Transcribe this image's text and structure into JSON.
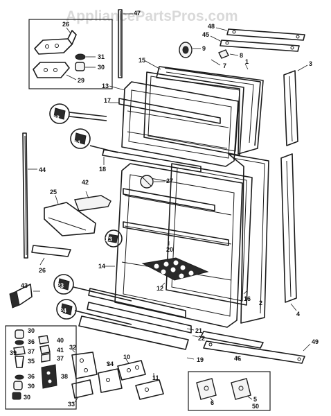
{
  "watermark": "AppliancePartsPros.com",
  "callouts": {
    "c1": "1",
    "c2": "2",
    "c3": "3",
    "c4": "4",
    "c5": "5",
    "c6": "6",
    "c7": "7",
    "c8": "8",
    "c9": "9",
    "c10": "10",
    "c11": "11",
    "c12": "12",
    "c13": "13",
    "c14": "14",
    "c15": "15",
    "c16": "16",
    "c17": "17",
    "c18": "18",
    "c19": "19",
    "c20": "20",
    "c21": "21",
    "c22": "22",
    "c23a": "23",
    "c23b": "23",
    "c23c": "23",
    "c23d": "23",
    "c24a": "24",
    "c24b": "24",
    "c25": "25",
    "c26": "26",
    "c26a": "26",
    "c27": "27",
    "c29": "29",
    "c30a": "30",
    "c30b": "30",
    "c30c": "30",
    "c30d": "30",
    "c31": "31",
    "c32": "32",
    "c33": "33",
    "c34": "34",
    "c35": "35",
    "c36a": "36",
    "c36b": "36",
    "c37a": "37",
    "c37b": "37",
    "c38": "38",
    "c39": "39",
    "c40": "40",
    "c41": "41",
    "c42": "42",
    "c43": "43",
    "c44": "44",
    "c45": "45",
    "c46": "46",
    "c47": "47",
    "c48": "48",
    "c49": "49",
    "c50": "50"
  }
}
